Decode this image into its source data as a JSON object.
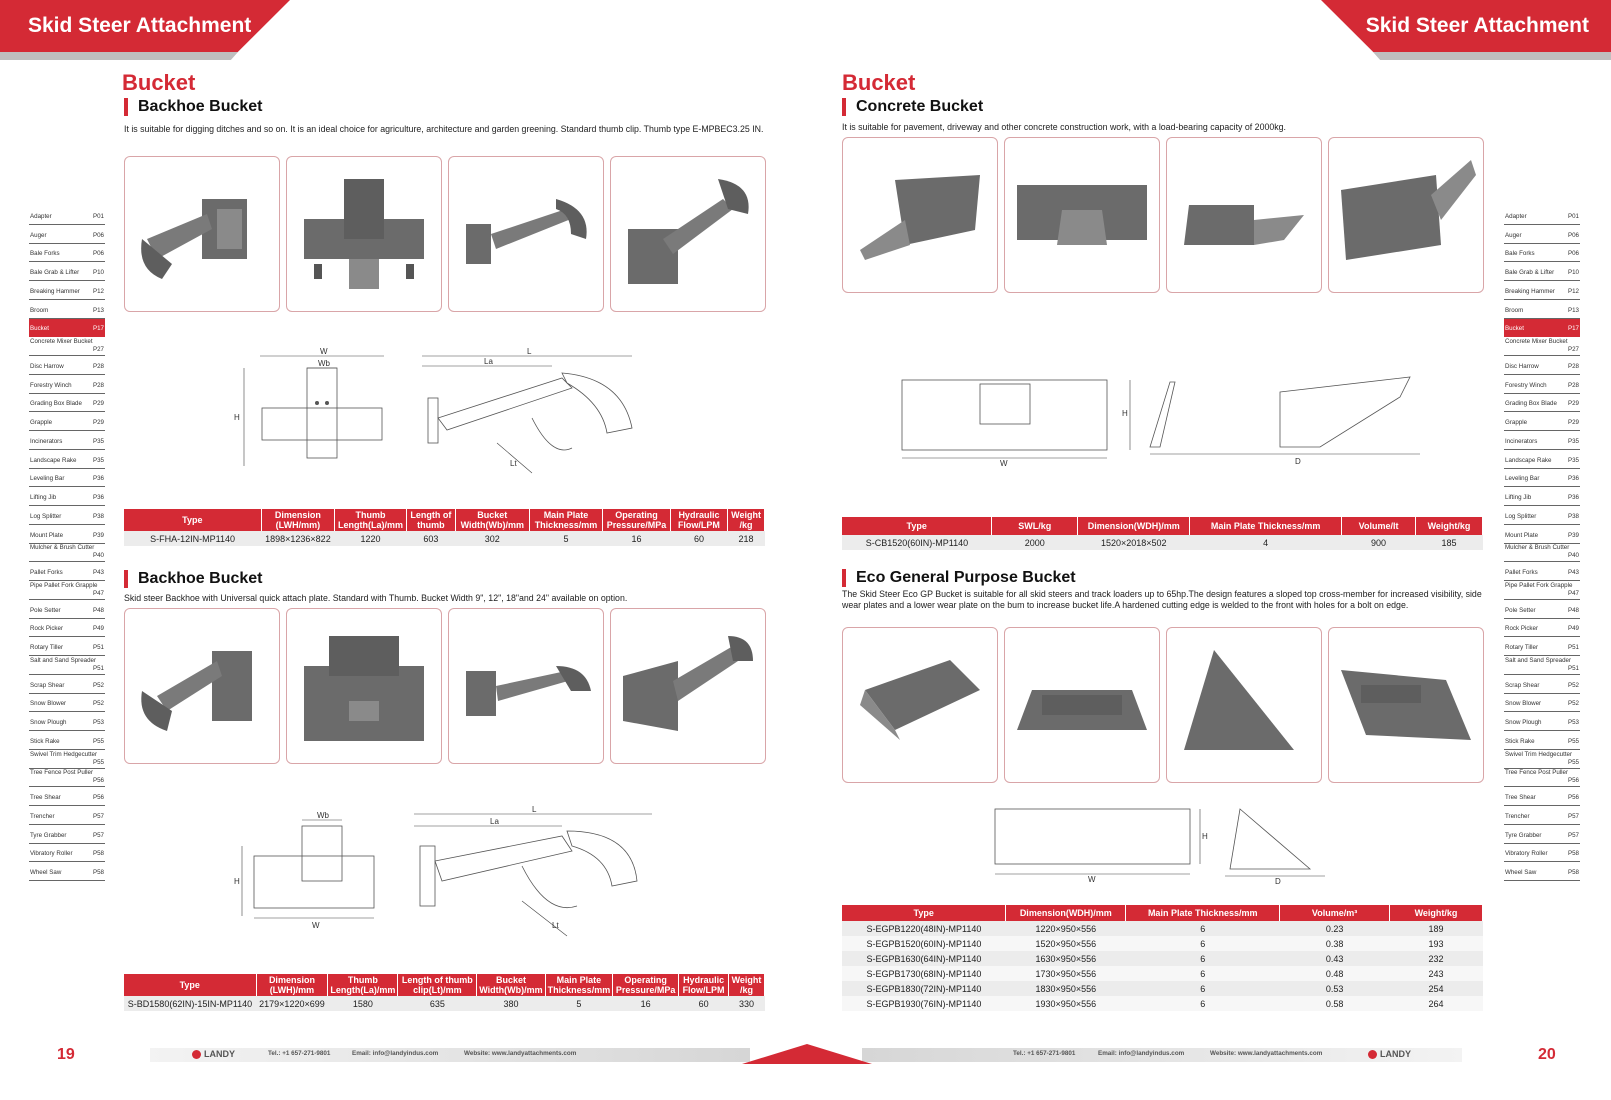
{
  "header": {
    "left_title": "Skid Steer Attachment",
    "right_title": "Skid Steer Attachment"
  },
  "left_page": {
    "category": "Bucket",
    "section1": {
      "title": "Backhoe Bucket",
      "description": "It is suitable for digging ditches and so on. It is an ideal choice for agriculture, architecture and garden greening. Standard thumb clip. Thumb type E-MPBEC3.25 IN.",
      "diagram_labels": [
        "W",
        "Wb",
        "H",
        "L",
        "La",
        "Lt"
      ],
      "table": {
        "headers": [
          "Type",
          "Dimension (LWH/mm)",
          "Thumb Length(La)/mm",
          "Length of thumb",
          "Bucket Width(Wb)/mm",
          "Main Plate Thickness/mm",
          "Operating Pressure/MPa",
          "Hydraulic Flow/LPM",
          "Weight /kg"
        ],
        "rows": [
          [
            "S-FHA-12IN-MP1140",
            "1898×1236×822",
            "1220",
            "603",
            "302",
            "5",
            "16",
            "60",
            "218"
          ]
        ]
      }
    },
    "section2": {
      "title": "Backhoe Bucket",
      "description": "Skid steer Backhoe with Universal quick attach plate. Standard with Thumb. Bucket Width 9\", 12\", 18\"and 24\" available on option.",
      "diagram_labels": [
        "Wb",
        "H",
        "W",
        "L",
        "La",
        "Lt"
      ],
      "table": {
        "headers": [
          "Type",
          "Dimension (LWH)/mm",
          "Thumb Length(La)/mm",
          "Length of thumb clip(Lt)/mm",
          "Bucket Width(Wb)/mm",
          "Main Plate Thickness/mm",
          "Operating Pressure/MPa",
          "Hydraulic Flow/LPM",
          "Weight /kg"
        ],
        "rows": [
          [
            "S-BD1580(62IN)-15IN-MP1140",
            "2179×1220×699",
            "1580",
            "635",
            "380",
            "5",
            "16",
            "60",
            "330"
          ]
        ]
      }
    },
    "page_number": "19"
  },
  "right_page": {
    "category": "Bucket",
    "section1": {
      "title": "Concrete Bucket",
      "description": "It is suitable for pavement, driveway and other concrete construction work, with a load-bearing capacity of 2000kg.",
      "diagram_labels": [
        "H",
        "W",
        "D"
      ],
      "table": {
        "headers": [
          "Type",
          "SWL/kg",
          "Dimension(WDH)/mm",
          "Main Plate Thickness/mm",
          "Volume/lt",
          "Weight/kg"
        ],
        "rows": [
          [
            "S-CB1520(60IN)-MP1140",
            "2000",
            "1520×2018×502",
            "4",
            "900",
            "185"
          ]
        ]
      }
    },
    "section2": {
      "title": "Eco General Purpose Bucket",
      "description": "The Skid Steer Eco GP Bucket is suitable for all skid steers and track loaders up to 65hp.The design features a sloped top cross-member for increased visibility, side wear plates and a lower wear plate on the bum to increase bucket life.A hardened cutting edge is welded to the front with holes for a bolt on edge.",
      "diagram_labels": [
        "H",
        "W",
        "D"
      ],
      "table": {
        "headers": [
          "Type",
          "Dimension(WDH)/mm",
          "Main Plate Thickness/mm",
          "Volume/m³",
          "Weight/kg"
        ],
        "rows": [
          [
            "S-EGPB1220(48IN)-MP1140",
            "1220×950×556",
            "6",
            "0.23",
            "189"
          ],
          [
            "S-EGPB1520(60IN)-MP1140",
            "1520×950×556",
            "6",
            "0.38",
            "193"
          ],
          [
            "S-EGPB1630(64IN)-MP1140",
            "1630×950×556",
            "6",
            "0.43",
            "232"
          ],
          [
            "S-EGPB1730(68IN)-MP1140",
            "1730×950×556",
            "6",
            "0.48",
            "243"
          ],
          [
            "S-EGPB1830(72IN)-MP1140",
            "1830×950×556",
            "6",
            "0.53",
            "254"
          ],
          [
            "S-EGPB1930(76IN)-MP1140",
            "1930×950×556",
            "6",
            "0.58",
            "264"
          ]
        ]
      }
    },
    "page_number": "20"
  },
  "side_index": {
    "active": "Bucket",
    "items": [
      {
        "label": "Adapter",
        "page": "P01"
      },
      {
        "label": "Auger",
        "page": "P06"
      },
      {
        "label": "Bale Forks",
        "page": "P06"
      },
      {
        "label": "Bale Grab & Lifter",
        "page": "P10"
      },
      {
        "label": "Breaking Hammer",
        "page": "P12"
      },
      {
        "label": "Broom",
        "page": "P13"
      },
      {
        "label": "Bucket",
        "page": "P17"
      },
      {
        "label": "Concrete Mixer Bucket",
        "page": "P27"
      },
      {
        "label": "Disc Harrow",
        "page": "P28"
      },
      {
        "label": "Forestry Winch",
        "page": "P28"
      },
      {
        "label": "Grading Box Blade",
        "page": "P29"
      },
      {
        "label": "Grapple",
        "page": "P29"
      },
      {
        "label": "Incinerators",
        "page": "P35"
      },
      {
        "label": "Landscape Rake",
        "page": "P35"
      },
      {
        "label": "Leveling Bar",
        "page": "P36"
      },
      {
        "label": "Lifting Jib",
        "page": "P36"
      },
      {
        "label": "Log Splitter",
        "page": "P38"
      },
      {
        "label": "Mount Plate",
        "page": "P39"
      },
      {
        "label": "Mulcher & Brush Cutter",
        "page": "P40"
      },
      {
        "label": "Pallet Forks",
        "page": "P43"
      },
      {
        "label": "Pipe Pallet Fork Grapple",
        "page": "P47"
      },
      {
        "label": "Pole Setter",
        "page": "P48"
      },
      {
        "label": "Rock Picker",
        "page": "P49"
      },
      {
        "label": "Rotary Tiller",
        "page": "P51"
      },
      {
        "label": "Salt and Sand Spreader",
        "page": "P51"
      },
      {
        "label": "Scrap Shear",
        "page": "P52"
      },
      {
        "label": "Snow Blower",
        "page": "P52"
      },
      {
        "label": "Snow Plough",
        "page": "P53"
      },
      {
        "label": "Stick Rake",
        "page": "P55"
      },
      {
        "label": "Swivel Trim Hedgecutter",
        "page": "P55"
      },
      {
        "label": "Tree Fence Post Puller",
        "page": "P56"
      },
      {
        "label": "Tree Shear",
        "page": "P56"
      },
      {
        "label": "Trencher",
        "page": "P57"
      },
      {
        "label": "Tyre Grabber",
        "page": "P57"
      },
      {
        "label": "Vibratory Roller",
        "page": "P58"
      },
      {
        "label": "Wheel Saw",
        "page": "P58"
      }
    ]
  },
  "footer": {
    "brand": "LANDY",
    "tel": "Tel.: +1 657-271-9801",
    "email": "Email: info@landyindus.com",
    "website": "Website: www.landyattachments.com"
  },
  "colors": {
    "accent": "#d42a35",
    "attachment_gray": "#6b6b6b"
  }
}
